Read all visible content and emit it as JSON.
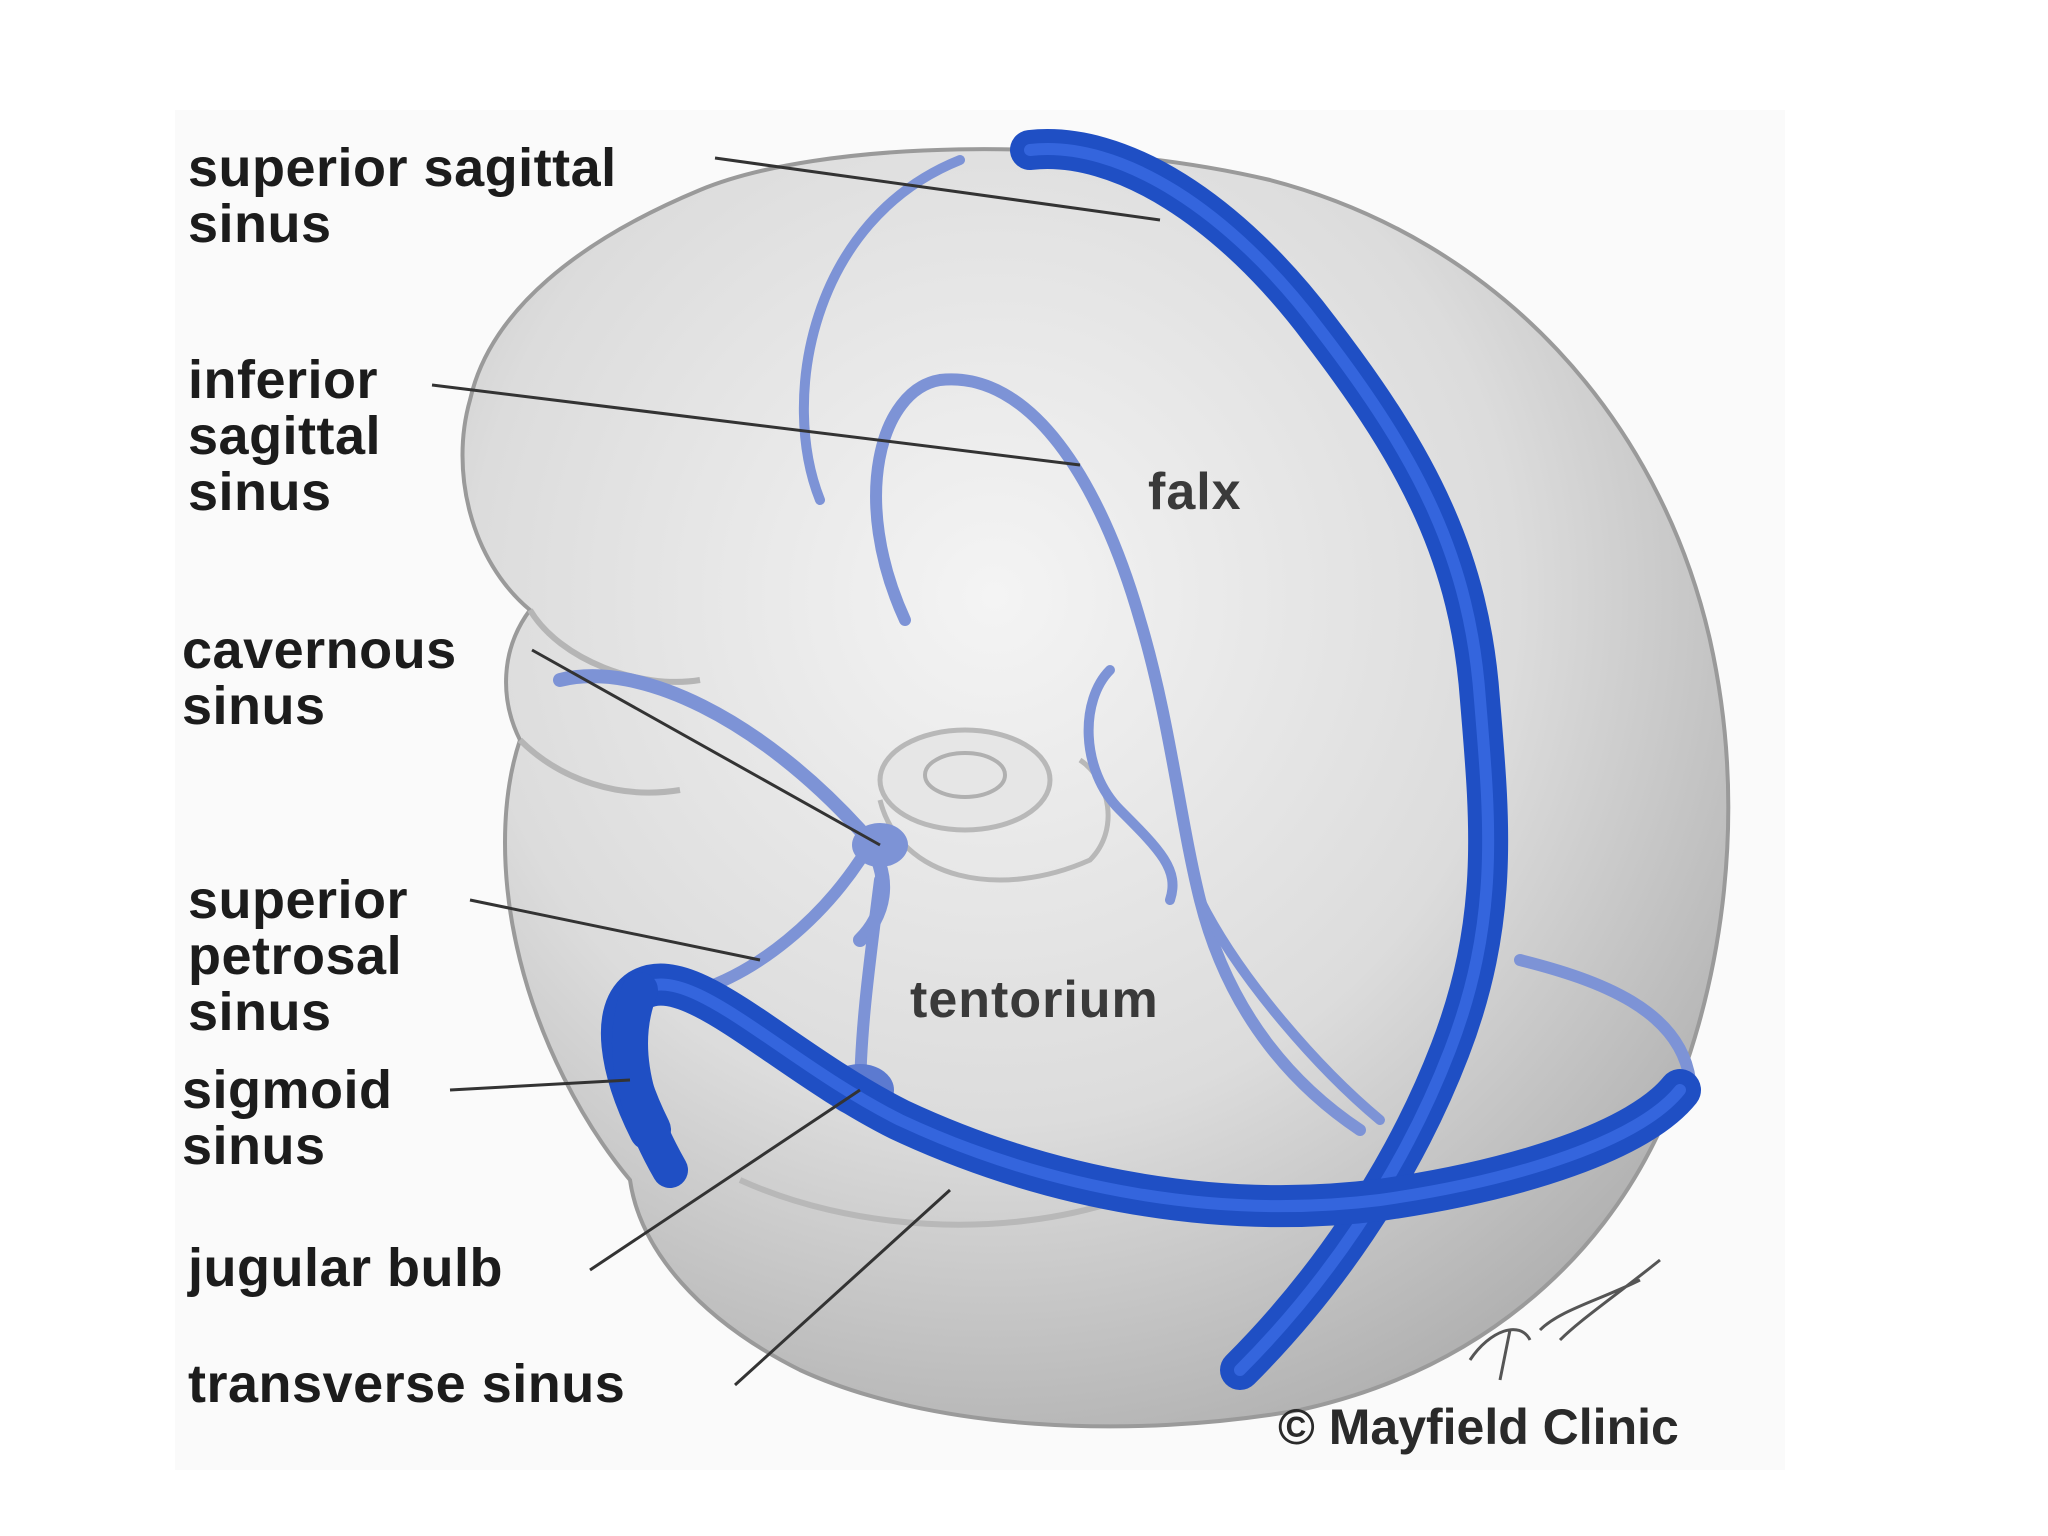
{
  "labels": {
    "superior_sagittal_sinus": [
      "superior sagittal",
      "sinus"
    ],
    "inferior_sagittal_sinus": [
      "inferior",
      "sagittal",
      "sinus"
    ],
    "cavernous_sinus": [
      "cavernous",
      "sinus"
    ],
    "superior_petrosal_sinus": [
      "superior",
      "petrosal",
      "sinus"
    ],
    "sigmoid_sinus": [
      "sigmoid",
      "sinus"
    ],
    "jugular_bulb": [
      "jugular bulb"
    ],
    "transverse_sinus": [
      "transverse sinus"
    ]
  },
  "structures": {
    "falx": "falx",
    "tentorium": "tentorium"
  },
  "copyright": "© Mayfield Clinic",
  "colors": {
    "sinus": "#1f4fc4",
    "minor_sinus": "#7d93d6",
    "brain": "#dcdcdc",
    "leader": "#333333"
  }
}
